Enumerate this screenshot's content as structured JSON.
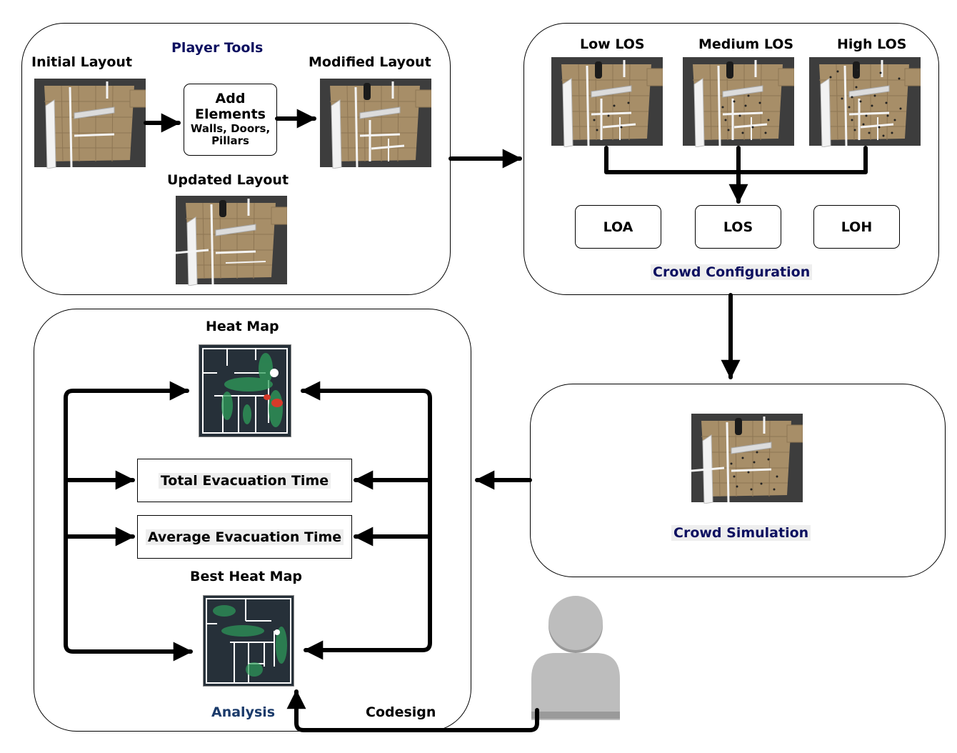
{
  "player_tools": {
    "title": "Player Tools",
    "initial_layout": "Initial Layout",
    "modified_layout": "Modified Layout",
    "updated_layout": "Updated Layout",
    "add_elements": {
      "heading_1": "Add",
      "heading_2": "Elements",
      "detail_1": "Walls, Doors,",
      "detail_2": "Pillars"
    }
  },
  "crowd_configuration": {
    "title": "Crowd Configuration",
    "low_los": "Low LOS",
    "medium_los": "Medium LOS",
    "high_los": "High LOS",
    "boxes": [
      "LOA",
      "LOS",
      "LOH"
    ]
  },
  "crowd_simulation": {
    "title": "Crowd Simulation"
  },
  "analysis": {
    "title": "Analysis",
    "heat_map": "Heat Map",
    "total_evacuation_time": "Total Evacuation Time",
    "average_evacuation_time": "Average Evacuation Time",
    "best_heat_map": "Best Heat Map"
  },
  "codesign": "Codesign",
  "colors": {
    "title_navy": "#0d1060",
    "analysis_blue": "#1a3a6a",
    "floor": "#a8906a",
    "wall_dark": "#3c3c3c",
    "heatmap_bg": "#263039",
    "user_gray": "#bdbdbd"
  }
}
